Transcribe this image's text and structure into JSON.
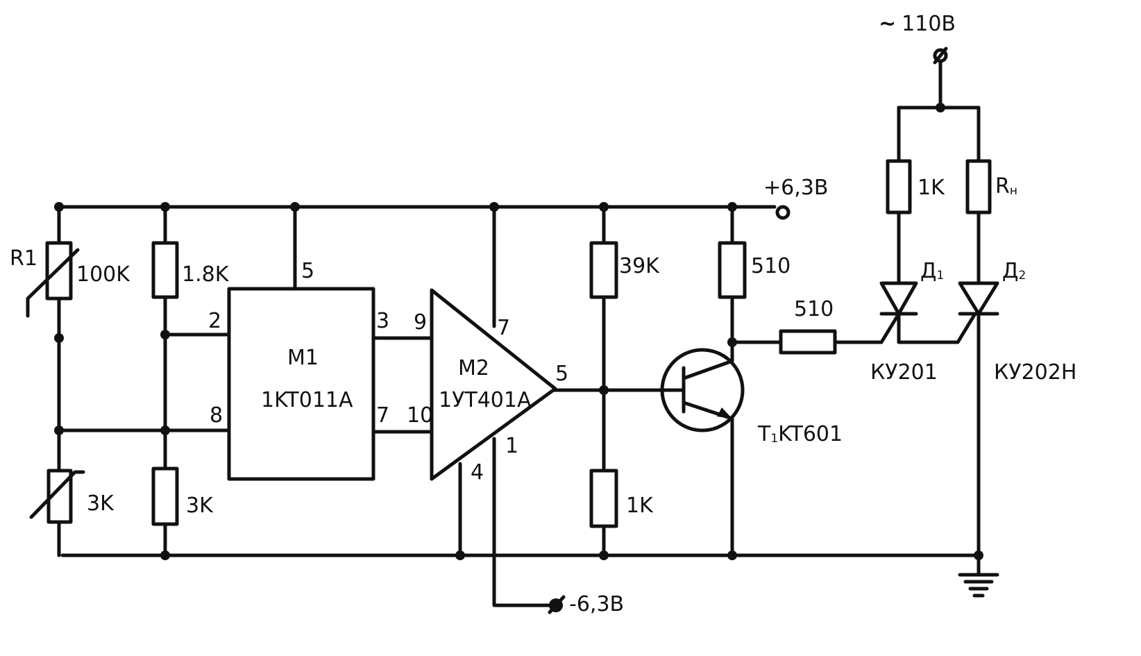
{
  "components": {
    "r1": {
      "designator": "R1",
      "value": "100K"
    },
    "r_therm_low": {
      "value": "3K"
    },
    "r_18k": {
      "value": "1.8K"
    },
    "r_3k": {
      "value": "3K"
    },
    "m1": {
      "designator": "M1",
      "part": "1KT011A",
      "pins": {
        "p2": "2",
        "p3": "3",
        "p5": "5",
        "p7": "7",
        "p8": "8"
      }
    },
    "m2": {
      "designator": "M2",
      "part": "1УТ401А",
      "pins": {
        "p1": "1",
        "p4": "4",
        "p5": "5",
        "p7": "7",
        "p9": "9",
        "p10": "10"
      }
    },
    "r_39k": {
      "value": "39K"
    },
    "r_1k_low": {
      "value": "1K"
    },
    "r_510_collector": {
      "value": "510"
    },
    "r_510_gate": {
      "value": "510"
    },
    "t1": {
      "designator_main": "T",
      "designator_sub": "1",
      "part": "KT601"
    },
    "r_1k_high": {
      "value": "1K"
    },
    "r_load": {
      "main": "R",
      "sub": "н"
    },
    "d1": {
      "main": "Д",
      "sub": "1",
      "part": "КУ201"
    },
    "d2": {
      "main": "Д",
      "sub": "2",
      "part": "КУ202Н"
    }
  },
  "supplies": {
    "ac": "110В",
    "ac_symbol": "~",
    "positive": "+6,3В",
    "negative": "-6,3В"
  }
}
